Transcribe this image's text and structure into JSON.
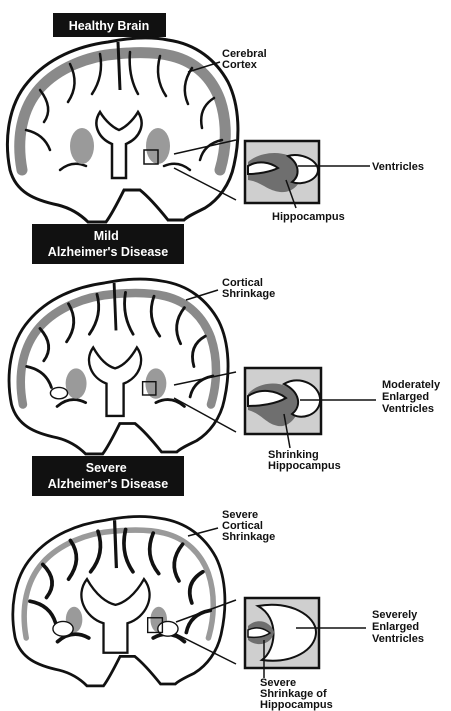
{
  "panels": [
    {
      "title": [
        "Healthy Brain"
      ],
      "cortex_label": [
        "Cerebral",
        "Cortex"
      ],
      "ventricle_label": [
        "Ventricles"
      ],
      "hippocampus_label": [
        "Hippocampus"
      ]
    },
    {
      "title": [
        "Mild",
        "Alzheimer's Disease"
      ],
      "cortex_label": [
        "Cortical",
        "Shrinkage"
      ],
      "ventricle_label": [
        "Moderately",
        "Enlarged",
        "Ventricles"
      ],
      "hippocampus_label": [
        "Shrinking",
        "Hippocampus"
      ]
    },
    {
      "title": [
        "Severe",
        "Alzheimer's Disease"
      ],
      "cortex_label": [
        "Severe",
        "Cortical",
        "Shrinkage"
      ],
      "ventricle_label": [
        "Severely",
        "Enlarged",
        "Ventricles"
      ],
      "hippocampus_label": [
        "Severe",
        "Shrinkage of",
        "Hippocampus"
      ]
    }
  ]
}
